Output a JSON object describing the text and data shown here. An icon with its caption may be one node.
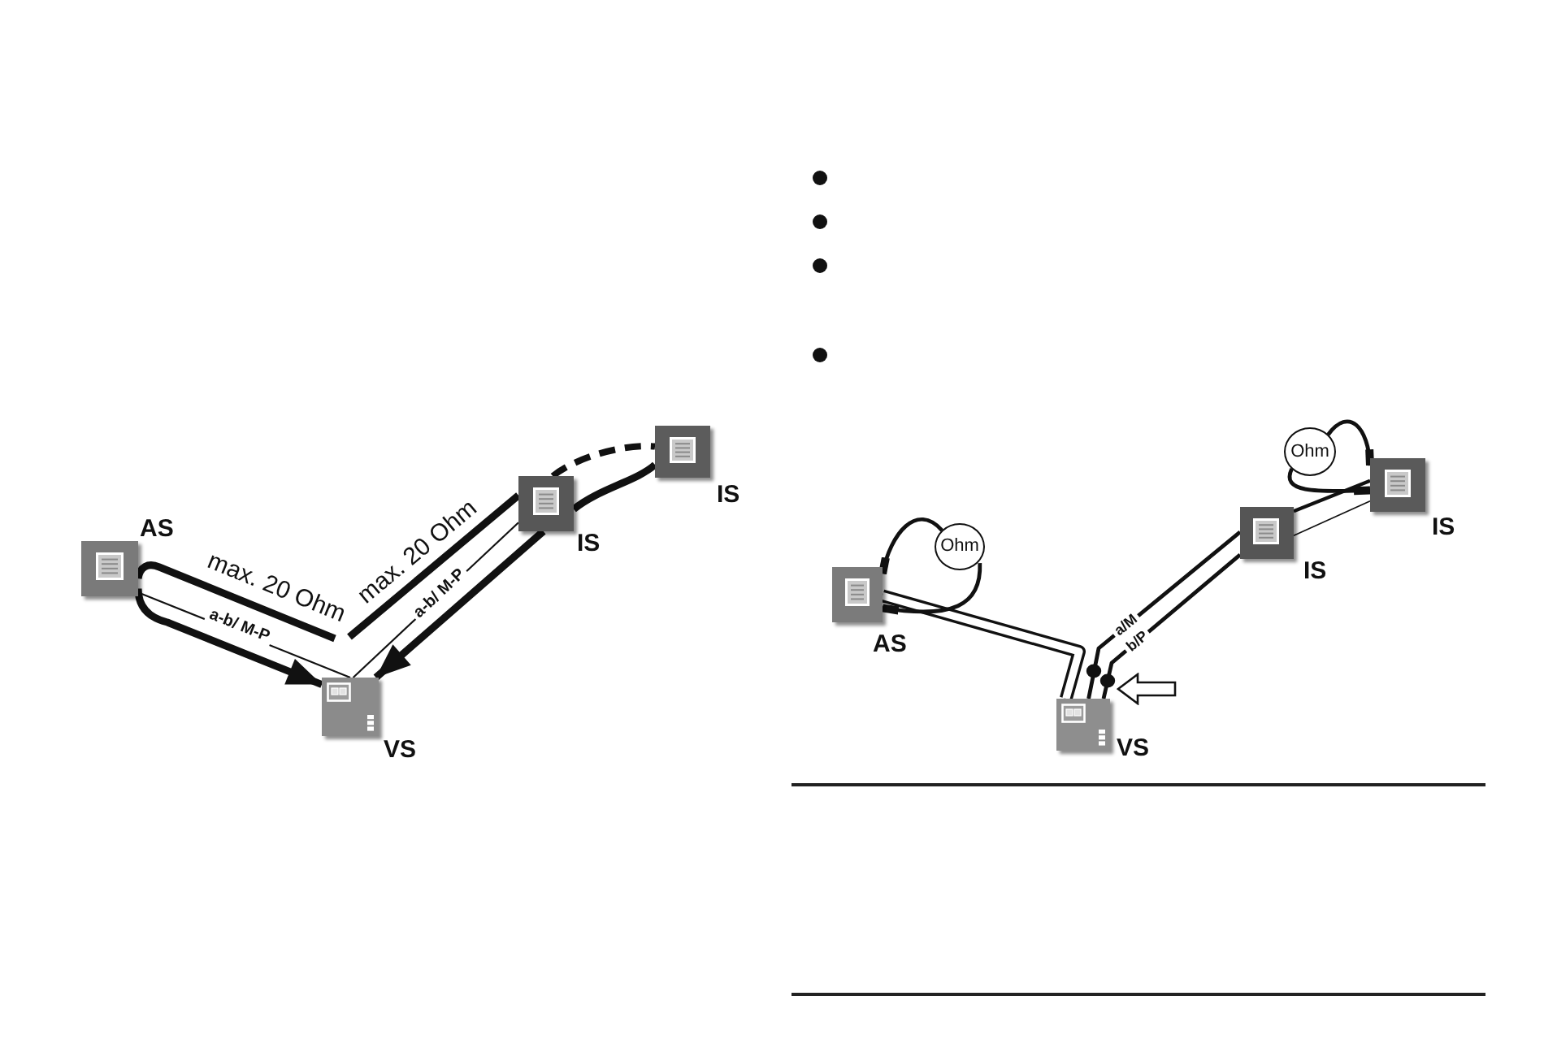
{
  "diagram": {
    "nodes": [
      {
        "text": [],
        "shape": "box",
        "beside": [
          "AS"
        ]
      },
      {
        "text": [],
        "shape": "box",
        "beside": [
          "VS"
        ]
      },
      {
        "text": [],
        "shape": "box",
        "beside": [
          "IS"
        ]
      },
      {
        "text": [],
        "shape": "box",
        "beside": [
          "IS"
        ]
      },
      {
        "text": [],
        "shape": "box",
        "beside": [
          "AS"
        ]
      },
      {
        "text": [
          "Ohm"
        ]
      },
      {
        "text": [],
        "shape": "box",
        "beside": [
          "VS"
        ]
      },
      {
        "text": [],
        "shape": "box",
        "beside": [
          "IS"
        ]
      },
      {
        "text": [
          "Ohm"
        ]
      },
      {
        "text": [],
        "shape": "box",
        "beside": [
          "IS"
        ]
      }
    ],
    "edges": [
      {
        "from": null,
        "to": 0,
        "arrow": "none",
        "style": "thick",
        "label": "max. 20 Ohm"
      },
      {
        "from": 0,
        "to": 1,
        "arrow": "to",
        "style": "thick"
      },
      {
        "from": 0,
        "to": 1,
        "arrow": "none",
        "label": "a-b/ M-P"
      },
      {
        "from": 1,
        "to": 2,
        "arrow": "none",
        "label": "a-b/ M-P"
      },
      {
        "from": null,
        "to": 2,
        "arrow": "none",
        "style": "thick",
        "label": "max. 20 Ohm"
      },
      {
        "from": 2,
        "to": 3,
        "arrow": "none",
        "style": "dashed"
      },
      {
        "from": 3,
        "to": 2,
        "arrow": "none",
        "style": "thick"
      },
      {
        "from": 2,
        "to": 1,
        "arrow": "to",
        "style": "thick"
      },
      {
        "from": 4,
        "to": 6,
        "arrow": "none",
        "style": "thick"
      },
      {
        "from": 6,
        "to": 7,
        "arrow": "none",
        "label": "a/M"
      },
      {
        "from": 6,
        "to": 7,
        "arrow": "none",
        "label": "b/P"
      },
      {
        "from": 7,
        "to": 9,
        "arrow": "none"
      },
      {
        "from": 7,
        "to": 9,
        "arrow": "none"
      },
      {
        "from": 5,
        "to": 4,
        "arrow": "other"
      },
      {
        "from": 5,
        "to": 4,
        "arrow": "other"
      },
      {
        "from": 8,
        "to": 9,
        "arrow": "other"
      },
      {
        "from": 8,
        "to": 9,
        "arrow": "other"
      }
    ]
  }
}
